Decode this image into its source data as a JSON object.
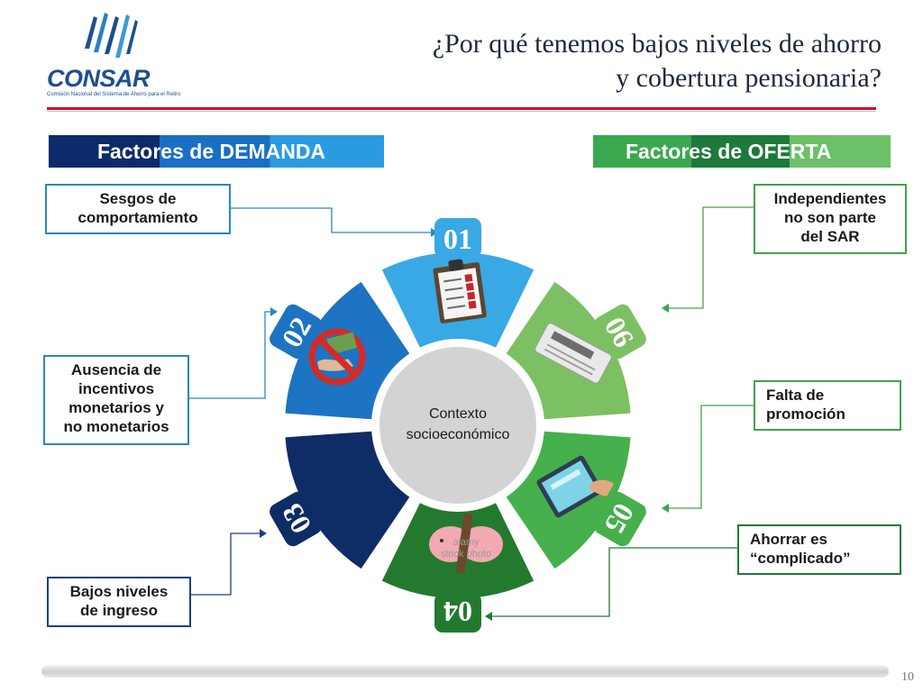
{
  "logo": {
    "name": "CONSAR",
    "tagline": "Comisión Nacional del Sistema de Ahorro para el Retiro"
  },
  "title": {
    "line1": "¿Por qué tenemos bajos niveles de ahorro",
    "line2": "y cobertura pensionaria?"
  },
  "factors": {
    "demand": "Factores de DEMANDA",
    "supply": "Factores de OFERTA"
  },
  "center_label": {
    "line1": "Contexto",
    "line2": "socioeconómico"
  },
  "segments": [
    {
      "number": "01",
      "icon": "checklist-clipboard-icon",
      "color": "#38a9e4"
    },
    {
      "number": "02",
      "icon": "no-money-handshake-icon",
      "color": "#1c74c2"
    },
    {
      "number": "03",
      "icon": "",
      "color": "#0e2c66"
    },
    {
      "number": "04",
      "icon": "broken-piggy-bank-icon",
      "color": "#237a2f"
    },
    {
      "number": "05",
      "icon": "tablet-hand-icon",
      "color": "#45b04c"
    },
    {
      "number": "06",
      "icon": "newspaper-icon",
      "color": "#7dc063"
    }
  ],
  "watermark": {
    "line1": "alamy",
    "line2": "stock photo"
  },
  "demand_items": [
    {
      "lines": [
        "Sesgos de",
        "comportamiento"
      ]
    },
    {
      "lines": [
        "Ausencia de",
        "incentivos",
        "monetarios y",
        "no monetarios"
      ]
    },
    {
      "lines": [
        "Bajos niveles",
        "de ingreso"
      ]
    }
  ],
  "supply_items": [
    {
      "lines": [
        "Independientes",
        "no son parte",
        "del SAR"
      ]
    },
    {
      "lines": [
        "Falta de",
        "promoción"
      ]
    },
    {
      "lines": [
        "Ahorrar es",
        "“complicado”"
      ]
    }
  ],
  "page_number": "10",
  "colors": {
    "demand_border": "#2a86c8",
    "supply_border": "#3fa34d",
    "title_rule": "#c8102e"
  }
}
